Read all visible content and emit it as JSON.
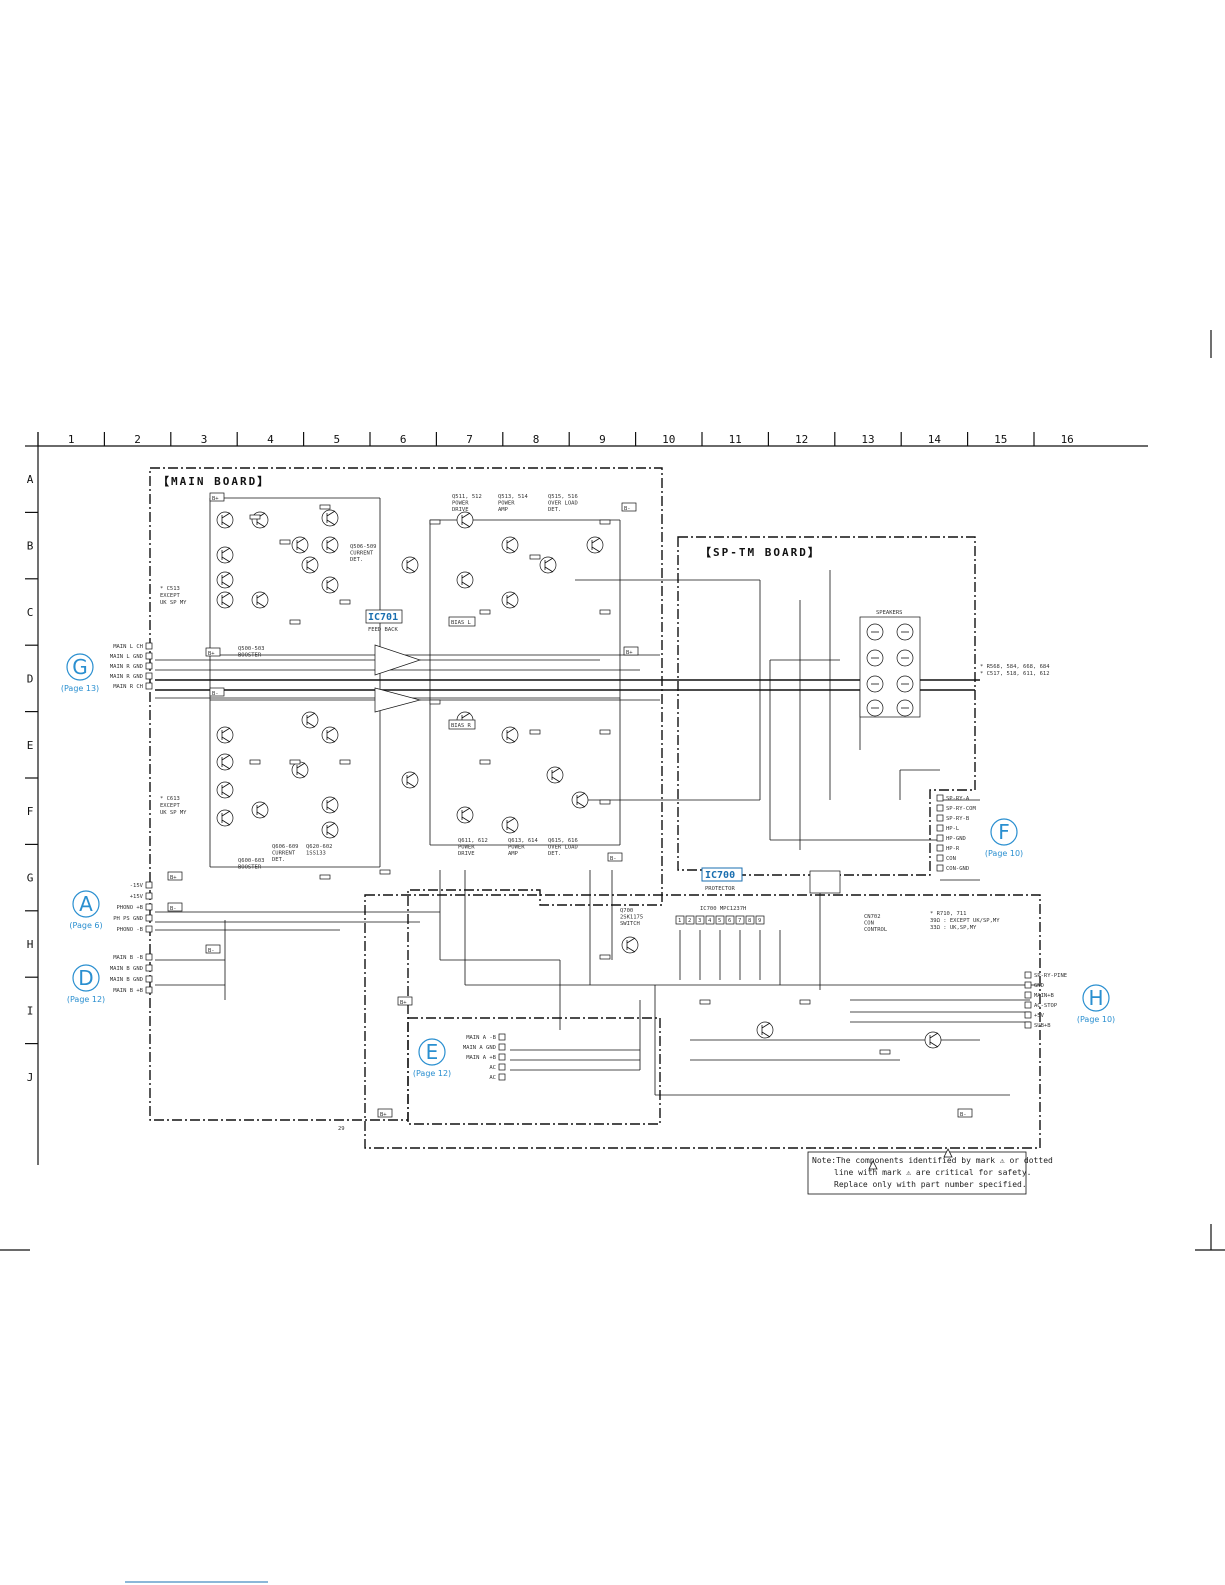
{
  "column_numbers": [
    "1",
    "2",
    "3",
    "4",
    "5",
    "6",
    "7",
    "8",
    "9",
    "10",
    "11",
    "12",
    "13",
    "14",
    "15",
    "16"
  ],
  "row_letters": [
    "A",
    "B",
    "C",
    "D",
    "E",
    "F",
    "G",
    "H",
    "I",
    "J"
  ],
  "boards": {
    "main": "【MAIN BOARD】",
    "sp_tm": "【SP-TM BOARD】"
  },
  "ic_labels": {
    "ic701": "IC701",
    "ic701_sub": "FEED BACK",
    "ic700": "IC700",
    "ic700_sub": "PROTECTOR",
    "ic700_part": "IC700 MPC1237H"
  },
  "connectors": [
    {
      "id": "G",
      "letter": "G",
      "page": "(Page 13)",
      "color": "#2a8fd0"
    },
    {
      "id": "A",
      "letter": "A",
      "page": "(Page 6)",
      "color": "#2a8fd0"
    },
    {
      "id": "D",
      "letter": "D",
      "page": "(Page 12)",
      "color": "#2a8fd0"
    },
    {
      "id": "E",
      "letter": "E",
      "page": "(Page 12)",
      "color": "#2a8fd0"
    },
    {
      "id": "F",
      "letter": "F",
      "page": "(Page 10)",
      "color": "#2a8fd0"
    },
    {
      "id": "H",
      "letter": "H",
      "page": "(Page 10)",
      "color": "#2a8fd0"
    }
  ],
  "pins": {
    "g": [
      "MAIN L CH",
      "MAIN L GND",
      "MAIN R GND",
      "MAIN R GND",
      "MAIN R CH"
    ],
    "a": [
      "-15V",
      "+15V",
      "PHONO +B",
      "PH PS GND",
      "PHONO -B"
    ],
    "d": [
      "MAIN B -B",
      "MAIN B GND",
      "MAIN B GND",
      "MAIN B +B"
    ],
    "e": [
      "MAIN A -B",
      "MAIN A GND",
      "MAIN A +B",
      "AC",
      "AC"
    ],
    "f": [
      "SP-RY-A",
      "SP-RY-COM",
      "SP-RY-B",
      "HP-L",
      "HP-GND",
      "HP-R",
      "CON",
      "CON-GND"
    ],
    "h": [
      "SP-RY-PINE",
      "GND",
      "MAIN+B",
      "AC-STOP",
      "+5V",
      "SUB+B"
    ]
  },
  "sections": {
    "q511": "Q511, 512\nPOWER\nDRIVE",
    "q513": "Q513, 514\nPOWER\nAMP",
    "q515": "Q515, 516\nOVER LOAD\nDET.",
    "q506": "Q506-509\nCURRENT\nDET.",
    "q500": "Q500-503\nBOOSTER",
    "q611": "Q611, 612\nPOWER\nDRIVE",
    "q613": "Q613, 614\nPOWER\nAMP",
    "q615": "Q615, 616\nOVER LOAD\nDET.",
    "q600": "Q600-603\nBOOSTER",
    "q606": "Q606-609\nCURRENT\nDET.",
    "q620": "Q620-602\n1SS133",
    "q700": "Q700\n2SK1175\nSWITCH",
    "speakers": "SPEAKERS",
    "con_control": "CN702\nCON\nCONTROL",
    "bias_l": "BIAS L",
    "bias_r": "BIAS R"
  },
  "notes": {
    "except1": "* C513\nEXCEPT\nUK SP MY",
    "except2": "* C613\nEXCEPT\nUK SP MY",
    "r_note": "* R568, 584, 668, 684\n* C517, 518, 611, 612",
    "r710": "* R710, 711\n39Ω : EXCEPT UK/SP,MY\n33Ω : UK,SP,MY",
    "safety_1": "Note:The components identified by mark ⚠ or dotted",
    "safety_2": "line with mark ⚠ are critical for safety.",
    "safety_3": "Replace only with part number specified.",
    "page_num": "29"
  },
  "rails": [
    "B+",
    "B-",
    "B+",
    "B-",
    "B+",
    "B-",
    "B+",
    "B-",
    "B+",
    "B-",
    "B+",
    "B-"
  ]
}
